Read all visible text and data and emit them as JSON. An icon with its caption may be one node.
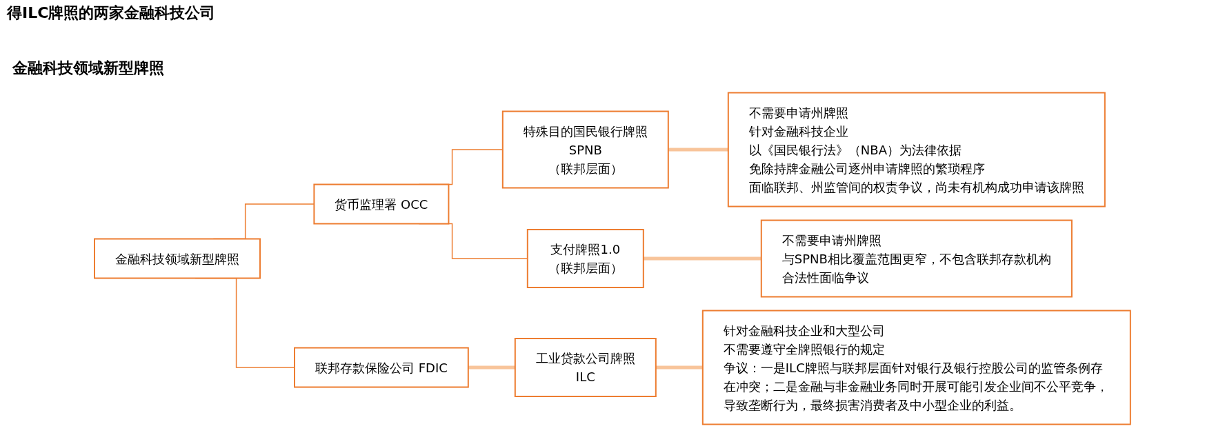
{
  "diagram": {
    "title": "得ILC牌照的两家金融科技公司",
    "nodes": [
      {
        "text": [
          "金融科技领域新型牌照"
        ]
      },
      {
        "text": [
          "货币监理署 OCC"
        ]
      },
      {
        "text": [
          "联邦存款保险公司 FDIC"
        ]
      },
      {
        "text": [
          "特殊目的国民银行牌照",
          "SPNB",
          "（联邦层面）"
        ]
      },
      {
        "text": [
          "支付牌照1.0",
          "（联邦层面）"
        ]
      },
      {
        "text": [
          "工业贷款公司牌照",
          "ILC"
        ]
      },
      {
        "text": [
          "不需要申请州牌照",
          "针对金融科技企业",
          "以《国民银行法》（NBA）为法律依据",
          "免除持牌金融公司逐州申请牌照的繁琐程序",
          "面临联邦、州监管间的权责争议，尚未有机构成功申请该牌照"
        ]
      },
      {
        "text": [
          "不需要申请州牌照",
          "与SPNB相比覆盖范围更窄，不包含联邦存款机构",
          "合法性面临争议"
        ]
      },
      {
        "text": [
          "针对金融科技企业和大型公司",
          "不需要遵守全牌照银行的规定",
          "争议：一是ILC牌照与联邦层面针对银行及银行控股公司的监管条例存在冲突；二是金融与非金融业务同时开展可能引发企业间不公平竞争，导致垄断行为，最终损害消费者及中小型企业的利益。"
        ]
      }
    ],
    "edges": [
      {
        "from": 0,
        "to": 1,
        "arrow": "none"
      },
      {
        "from": 0,
        "to": 2,
        "arrow": "none"
      },
      {
        "from": 1,
        "to": 3,
        "arrow": "none"
      },
      {
        "from": 1,
        "to": 4,
        "arrow": "none"
      },
      {
        "from": 3,
        "to": 6,
        "arrow": "none",
        "style": "thick",
        "color": "#f8c49a"
      },
      {
        "from": 4,
        "to": 7,
        "arrow": "none",
        "style": "thick",
        "color": "#f8c49a"
      },
      {
        "from": 2,
        "to": 5,
        "arrow": "none",
        "style": "thick",
        "color": "#f8c49a"
      },
      {
        "from": 5,
        "to": 8,
        "arrow": "none",
        "style": "thick",
        "color": "#f8c49a"
      }
    ],
    "labels": [
      "金融科技领域新型牌照"
    ]
  }
}
